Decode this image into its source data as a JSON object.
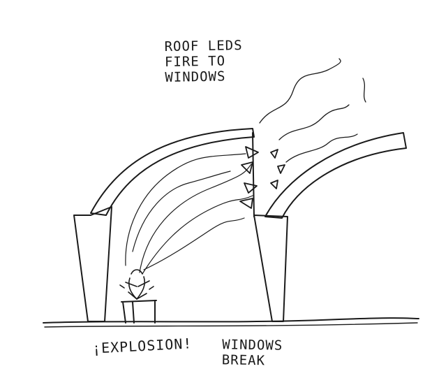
{
  "annotations": {
    "roof_note": [
      "ROOF LEDS",
      "FIRE TO",
      "WINDOWS"
    ],
    "explosion_note": "¡EXPLOSION!",
    "windows_note": [
      "WINDOWS",
      "BREAK"
    ]
  },
  "colors": {
    "ink": "#1a1a1a",
    "paper": "#ffffff"
  }
}
